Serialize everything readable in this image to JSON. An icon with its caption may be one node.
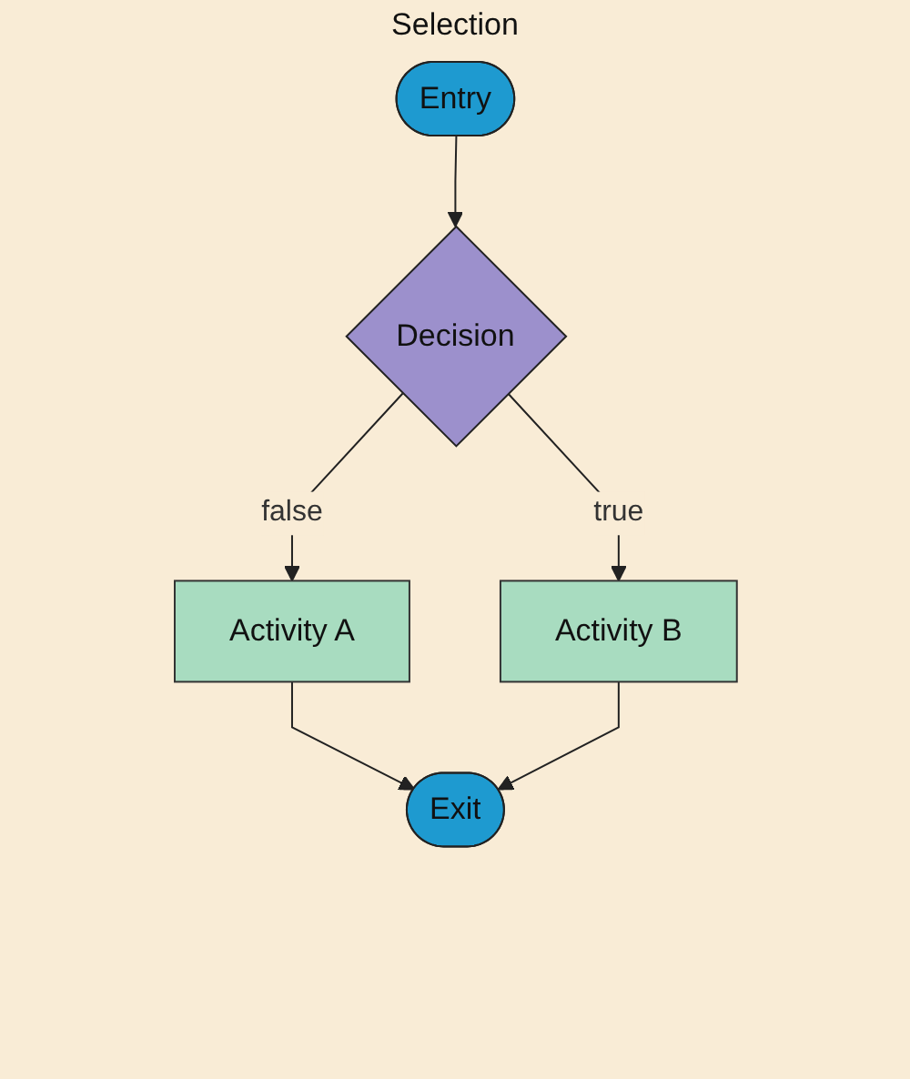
{
  "diagram": {
    "title": "Selection",
    "nodes": [
      {
        "text": [
          "Entry"
        ]
      },
      {
        "text": [
          "Decision"
        ]
      },
      {
        "text": [
          "Activity A"
        ]
      },
      {
        "text": [
          "Activity B"
        ]
      },
      {
        "text": [
          "Exit"
        ]
      }
    ],
    "edges": [
      {
        "from": 0,
        "to": 1,
        "arrow": "to"
      },
      {
        "from": 1,
        "to": 2,
        "arrow": "to",
        "label": "false"
      },
      {
        "from": 1,
        "to": 3,
        "arrow": "to",
        "label": "true"
      },
      {
        "from": 2,
        "to": 4,
        "arrow": "to"
      },
      {
        "from": 3,
        "to": 4,
        "arrow": "to"
      }
    ]
  }
}
